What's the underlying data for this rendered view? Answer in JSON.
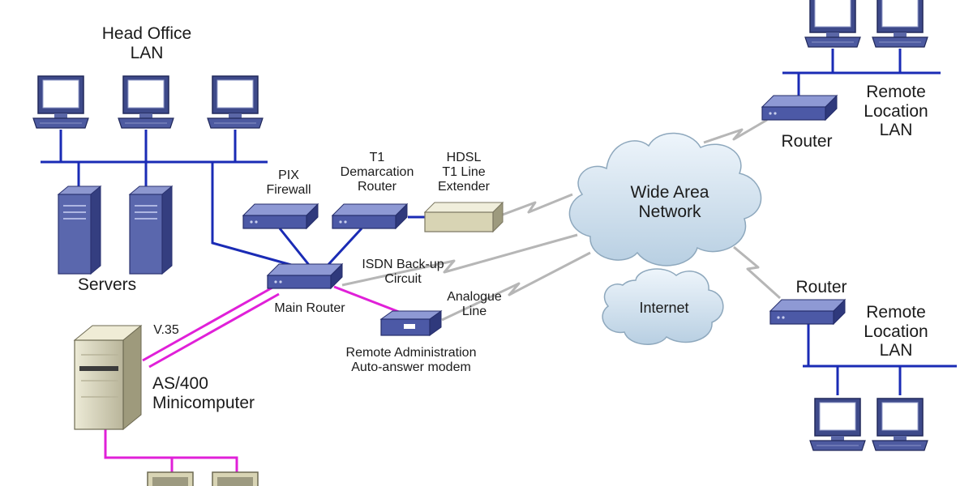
{
  "labels": {
    "head_office_lan": [
      "Head Office",
      "LAN"
    ],
    "servers": "Servers",
    "pix_firewall": [
      "PIX",
      "Firewall"
    ],
    "t1_demarcation_router": [
      "T1",
      "Demarcation",
      "Router"
    ],
    "hdsl_extender": [
      "HDSL",
      "T1 Line",
      "Extender"
    ],
    "wide_area_network": [
      "Wide Area",
      "Network"
    ],
    "internet": "Internet",
    "router_top": "Router",
    "router_bottom": "Router",
    "remote_lan_top": [
      "Remote",
      "Location",
      "LAN"
    ],
    "remote_lan_bottom": [
      "Remote",
      "Location",
      "LAN"
    ],
    "isdn_backup": [
      "ISDN Back-up",
      "Circuit"
    ],
    "analogue_line": [
      "Analogue",
      "Line"
    ],
    "main_router": "Main Router",
    "remote_admin": [
      "Remote Administration",
      "Auto-answer modem"
    ],
    "v35": "V.35",
    "as400": [
      "AS/400",
      "Minicomputer"
    ]
  },
  "icons": [
    "computer-icon",
    "server-icon",
    "router-icon",
    "modem-icon",
    "line-extender-icon",
    "minicomputer-icon",
    "cloud-icon",
    "lightning-link-icon"
  ],
  "colors": {
    "network_bus": "#1a2bb5",
    "serial_link": "#e020d8",
    "device_blue": "#4a5aa8",
    "device_beige": "#d8d4b4",
    "cloud": "#c9dcea",
    "wan_link": "#b9b9b9"
  }
}
